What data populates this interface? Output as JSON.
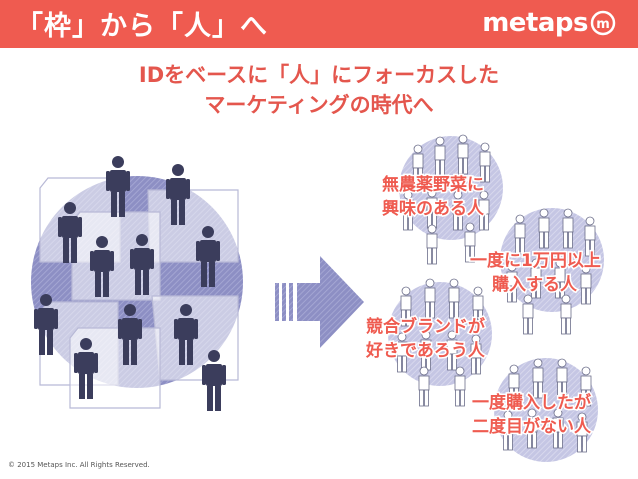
{
  "header": {
    "title": "「枠」から「人」へ",
    "logo_text": "metaps",
    "logo_mark_glyph": "m",
    "background": "#ef5b50"
  },
  "subtitle": {
    "line1": "IDをベースに「人」にフォーカスした",
    "line2": "マーケティングの時代へ",
    "color": "#e4564d"
  },
  "segments": [
    {
      "line1": "無農薬野菜に",
      "line2": "興味のある人"
    },
    {
      "line1": "一度に1万円以上",
      "line2": "購入する人"
    },
    {
      "line1": "競合ブランドが",
      "line2": "好きであろう人"
    },
    {
      "line1": "一度購入したが",
      "line2": "二度目がない人"
    }
  ],
  "footer": {
    "copyright": "© 2015 Metaps Inc. All Rights Reserved."
  },
  "icons": [
    "person-icon",
    "arrow-right-icon",
    "document-frame-icon",
    "globe-icon"
  ]
}
